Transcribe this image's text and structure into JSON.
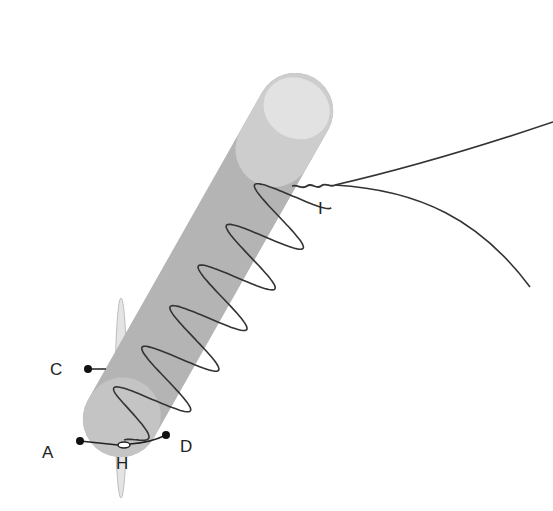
{
  "diagram": {
    "labels": [
      "I",
      "C",
      "A",
      "H",
      "D"
    ]
  }
}
